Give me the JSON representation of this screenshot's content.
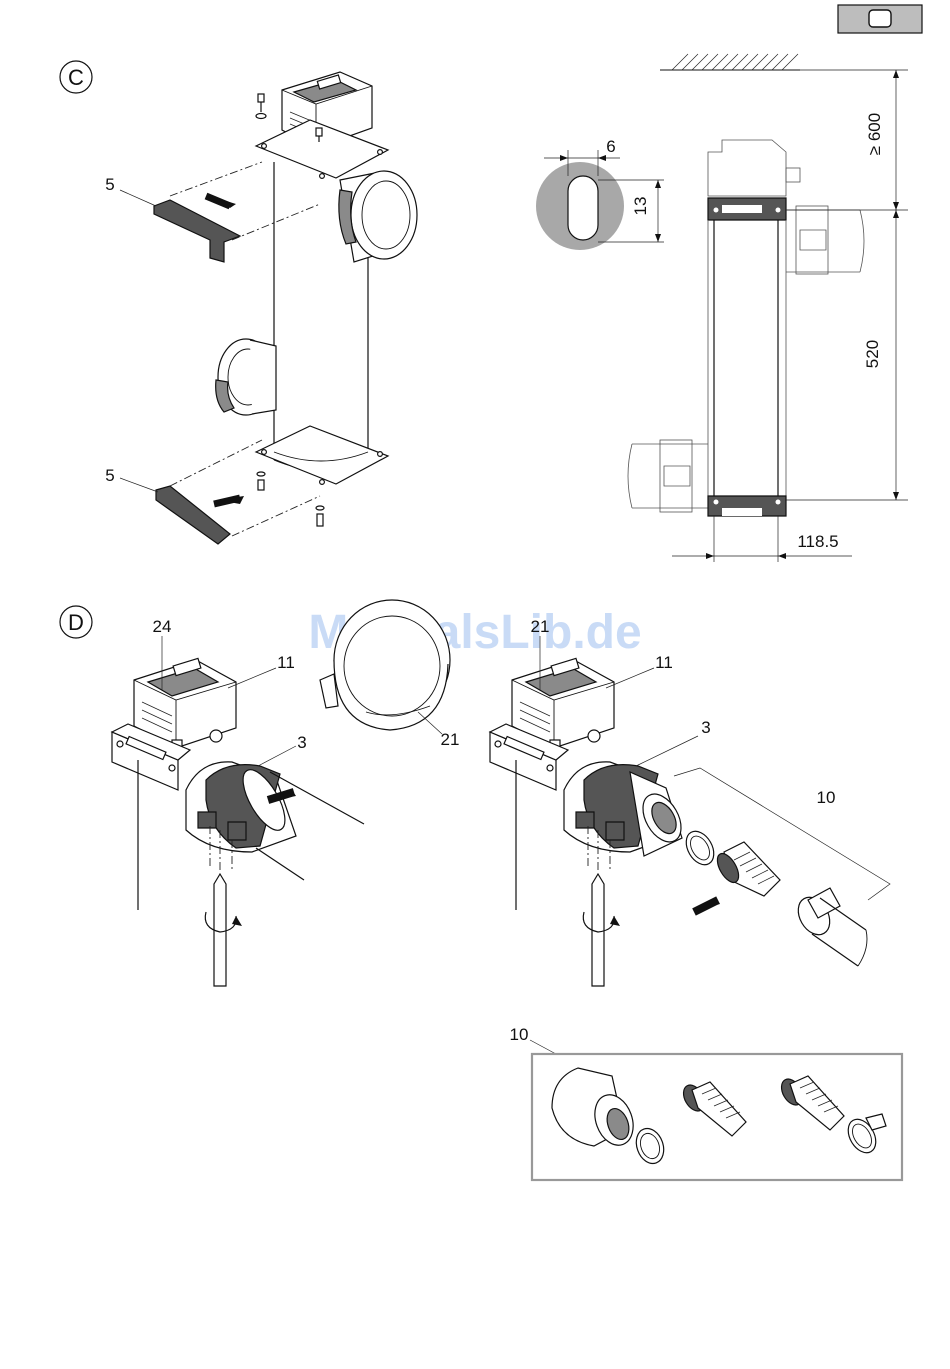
{
  "watermark": "ManualsLib.de",
  "corner_badge": {
    "icon": "rounded-square-icon"
  },
  "section_c": {
    "marker": "C",
    "bracket_label_top": "5",
    "bracket_label_bottom": "5",
    "slot_width": "6",
    "slot_height": "13",
    "clearance_top": "≥ 600",
    "hole_spacing": "520",
    "offset": "118.5"
  },
  "section_d": {
    "marker": "D",
    "left": {
      "label_unit": "24",
      "label_housing": "11",
      "label_union": "3",
      "label_ring": "21"
    },
    "right": {
      "label_unit": "21",
      "label_housing": "11",
      "label_union": "3",
      "label_kit": "10"
    }
  },
  "kit_detail": {
    "label": "10"
  }
}
